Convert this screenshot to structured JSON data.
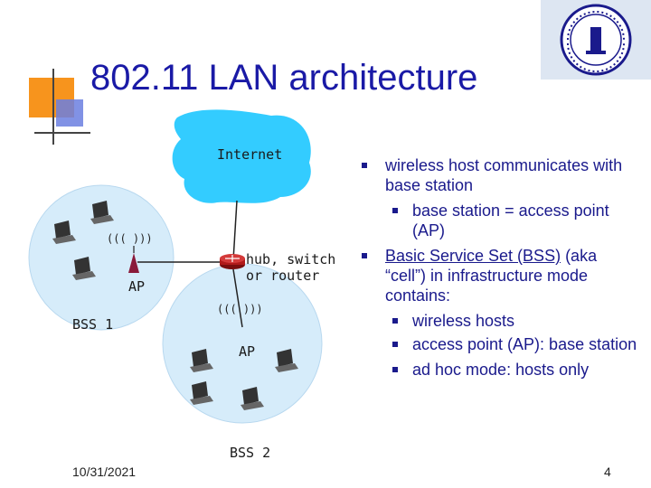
{
  "slide": {
    "title": "802.11 LAN architecture",
    "date": "10/31/2021",
    "page_number": "4"
  },
  "diagram": {
    "internet_label": "Internet",
    "hub_label_line1": "hub, switch",
    "hub_label_line2": "or router",
    "ap1_label": "AP",
    "ap2_label": "AP",
    "bss1_label": "BSS 1",
    "bss2_label": "BSS 2"
  },
  "bullets": [
    {
      "level": 1,
      "text": "wireless host communicates with base station"
    },
    {
      "level": 2,
      "text": "base station = access point (AP)"
    },
    {
      "level": 1,
      "text_pre": "Basic Service Set (BSS)",
      "text_post": " (aka “cell”) in infrastructure mode contains:"
    },
    {
      "level": 2,
      "text": "wireless hosts"
    },
    {
      "level": 2,
      "text": "access point (AP): base station"
    },
    {
      "level": 2,
      "text": "ad hoc mode: hosts only"
    }
  ],
  "colors": {
    "title": "#1a1aa6",
    "cloud": "#33ccff",
    "bss_fill": "#d6ecfa",
    "accent_orange": "#f7941d",
    "accent_blue": "#5b6fd6",
    "router": "#b01a1a"
  }
}
